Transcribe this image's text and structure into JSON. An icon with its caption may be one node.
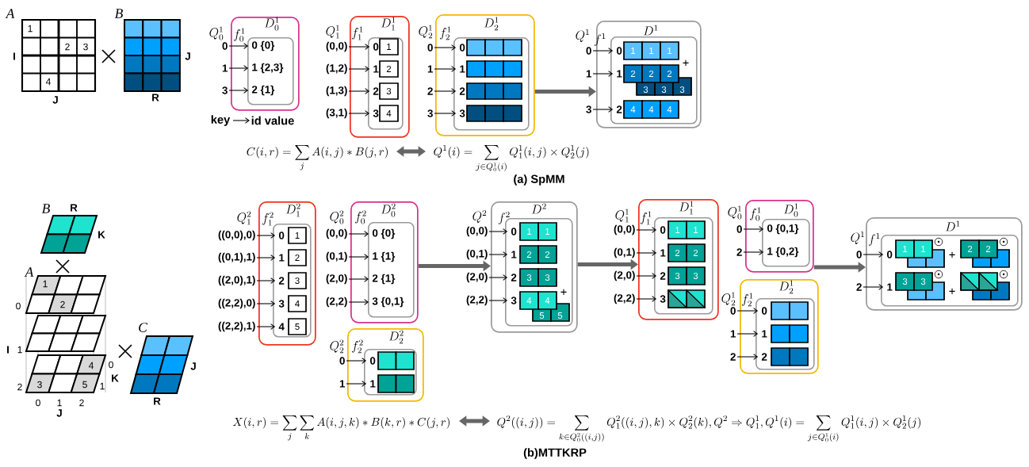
{
  "diagram": {
    "nodes": [
      {
        "text": [
          "f^{1}_{0}",
          "D^{1}_{0}"
        ]
      },
      {
        "text": [],
        "shape": "box",
        "in": 0
      },
      {
        "text": [
          "0 {0}"
        ],
        "in": 1
      },
      {
        "text": [
          "1 {2,3}"
        ],
        "in": 1
      },
      {
        "text": [
          "2 {1}"
        ],
        "in": 1
      },
      {
        "text": [
          "0"
        ]
      },
      {
        "text": [
          "1"
        ]
      },
      {
        "text": [
          "3"
        ]
      },
      {
        "text": [
          "f^{1}_{1}",
          "D^{1}_{1}"
        ]
      },
      {
        "text": [],
        "shape": "box",
        "in": 8
      },
      {
        "text": [
          "0",
          "1"
        ],
        "in": 9
      },
      {
        "text": [
          "1",
          "2"
        ],
        "in": 9
      },
      {
        "text": [
          "2",
          "3"
        ],
        "in": 9
      },
      {
        "text": [
          "3",
          "4"
        ],
        "in": 9
      },
      {
        "text": [
          "(0,0)"
        ]
      },
      {
        "text": [
          "(1,2)"
        ]
      },
      {
        "text": [
          "(1,3)"
        ]
      },
      {
        "text": [
          "(3,1)"
        ]
      },
      {
        "text": [
          "f^{1}_{2}",
          "D^{1}_{2}"
        ]
      },
      {
        "text": [],
        "shape": "box",
        "in": 18
      },
      {
        "text": [
          "0"
        ],
        "in": 19
      },
      {
        "text": [
          "1"
        ],
        "in": 19
      },
      {
        "text": [
          "2"
        ],
        "in": 19
      },
      {
        "text": [
          "3"
        ],
        "in": 19
      },
      {
        "text": [
          "0"
        ]
      },
      {
        "text": [
          "1"
        ]
      },
      {
        "text": [
          "2"
        ]
      },
      {
        "text": [
          "3"
        ]
      },
      {
        "text": [
          "f^{1}",
          "D^{1}"
        ]
      },
      {
        "text": [],
        "shape": "box",
        "in": 28
      },
      {
        "text": [
          "0",
          "1",
          "1",
          "1"
        ],
        "in": 29
      },
      {
        "text": [
          "1",
          "2",
          "2",
          "2",
          "+",
          "3",
          "3",
          "3"
        ],
        "in": 29
      },
      {
        "text": [
          "2",
          "4",
          "4",
          "4"
        ],
        "in": 29
      },
      {
        "text": [
          "0"
        ]
      },
      {
        "text": [
          "1"
        ]
      },
      {
        "text": [
          "3"
        ]
      },
      {
        "text": [
          "C(i, r) = \\sum_{j} A(i, j) * B(j, r)"
        ]
      },
      {
        "text": [
          "Q^{1}(i) = \\sum_{j \\in Q^{1}_{0}(i)} Q^{1}_{1}(i, j) \\times Q^{1}_{2}(j)"
        ]
      },
      {
        "text": [
          "f^{2}_{1}",
          "D^{2}_{1}"
        ]
      },
      {
        "text": [],
        "shape": "box",
        "in": 38
      },
      {
        "text": [
          "0",
          "1"
        ],
        "in": 39
      },
      {
        "text": [
          "1",
          "2"
        ],
        "in": 39
      },
      {
        "text": [
          "2",
          "3"
        ],
        "in": 39
      },
      {
        "text": [
          "3",
          "4"
        ],
        "in": 39
      },
      {
        "text": [
          "4",
          "5"
        ],
        "in": 39
      },
      {
        "text": [
          "((0,0),0)"
        ]
      },
      {
        "text": [
          "((0,1),1)"
        ]
      },
      {
        "text": [
          "((2,0),1)"
        ]
      },
      {
        "text": [
          "((2,2),0)"
        ]
      },
      {
        "text": [
          "((2,2),1)"
        ]
      },
      {
        "text": [
          "f^{2}_{0}",
          "D^{2}_{0}"
        ]
      },
      {
        "text": [],
        "shape": "box",
        "in": 50
      },
      {
        "text": [
          "0 {0}"
        ],
        "in": 51
      },
      {
        "text": [
          "1 {1}"
        ],
        "in": 51
      },
      {
        "text": [
          "2 {1}"
        ],
        "in": 51
      },
      {
        "text": [
          "3 {0,1}"
        ],
        "in": 51
      },
      {
        "text": [
          "(0,0)"
        ]
      },
      {
        "text": [
          "(0,1)"
        ]
      },
      {
        "text": [
          "(2,0)"
        ]
      },
      {
        "text": [
          "(2,2)"
        ]
      },
      {
        "text": [
          "f^{2}_{2}",
          "D^{2}_{2}"
        ]
      },
      {
        "text": [],
        "shape": "box",
        "in": 60
      },
      {
        "text": [
          "0"
        ],
        "in": 61
      },
      {
        "text": [
          "1"
        ],
        "in": 61
      },
      {
        "text": [
          "0"
        ]
      },
      {
        "text": [
          "1"
        ]
      },
      {
        "text": [
          "f^{2}",
          "D^{2}"
        ]
      },
      {
        "text": [],
        "shape": "box",
        "in": 66
      },
      {
        "text": [
          "0",
          "1",
          "1"
        ],
        "in": 67
      },
      {
        "text": [
          "1",
          "2",
          "2"
        ],
        "in": 67
      },
      {
        "text": [
          "2",
          "3",
          "3"
        ],
        "in": 67
      },
      {
        "text": [
          "3",
          "4",
          "4",
          "+",
          "5",
          "5"
        ],
        "in": 67
      },
      {
        "text": [
          "(0,0)"
        ]
      },
      {
        "text": [
          "(0,1)"
        ]
      },
      {
        "text": [
          "(2,0)"
        ]
      },
      {
        "text": [
          "(2,2)"
        ]
      },
      {
        "text": [
          "f^{1}_{1}",
          "D^{1}_{1}"
        ]
      },
      {
        "text": [],
        "shape": "box",
        "in": 76
      },
      {
        "text": [
          "0",
          "1",
          "1"
        ],
        "in": 77
      },
      {
        "text": [
          "1",
          "2",
          "2"
        ],
        "in": 77
      },
      {
        "text": [
          "2",
          "3",
          "3"
        ],
        "in": 77
      },
      {
        "text": [
          "3"
        ],
        "in": 77
      },
      {
        "text": [
          "(0,0)"
        ]
      },
      {
        "text": [
          "(0,1)"
        ]
      },
      {
        "text": [
          "(2,0)"
        ]
      },
      {
        "text": [
          "(2,2)"
        ]
      },
      {
        "text": [
          "f^{1}_{0}",
          "D^{1}_{0}"
        ]
      },
      {
        "text": [],
        "shape": "box",
        "in": 86
      },
      {
        "text": [
          "0 {0,1}"
        ],
        "in": 87
      },
      {
        "text": [
          "1 {0,2}"
        ],
        "in": 87
      },
      {
        "text": [
          "0"
        ]
      },
      {
        "text": [
          "2"
        ]
      },
      {
        "text": [
          "f^{1}_{2}",
          "D^{1}_{2}"
        ]
      },
      {
        "text": [],
        "shape": "box",
        "in": 92
      },
      {
        "text": [
          "0"
        ],
        "in": 93
      },
      {
        "text": [
          "1"
        ],
        "in": 93
      },
      {
        "text": [
          "2"
        ],
        "in": 93
      },
      {
        "text": [
          "0"
        ]
      },
      {
        "text": [
          "1"
        ]
      },
      {
        "text": [
          "2"
        ]
      },
      {
        "text": [
          "f^{1}",
          "D^{1}"
        ]
      },
      {
        "text": [],
        "shape": "box",
        "in": 100
      },
      {
        "text": [
          "0",
          "1",
          "1",
          "+",
          "2",
          "2"
        ],
        "in": 101
      },
      {
        "text": [
          "1",
          "3",
          "3",
          "+"
        ],
        "in": 101
      },
      {
        "text": [
          "0"
        ]
      },
      {
        "text": [
          "2"
        ]
      },
      {
        "text": [
          "X(i, r) = \\sum_{j} \\sum_{k} A(i, j, k) * B(k, r) * C(j, r)"
        ]
      },
      {
        "text": [
          "Q^{2}((i, j)) = \\sum_{k \\in Q^{2}_{0}((i, j))} Q^{2}_{1}((i, j), k) \\times Q^{2}_{2}(k), Q^{2} \\Rightarrow Q^{1}_{1}, Q^{1}(i) = \\sum_{j \\in Q^{1}_{0}(i)} Q^{1}_{1}(i, j) \\times Q^{1}_{2}(j)"
        ]
      }
    ],
    "edges": [
      {
        "from": 5,
        "to": 2,
        "arrow": "to"
      },
      {
        "from": 6,
        "to": 3,
        "arrow": "to"
      },
      {
        "from": 7,
        "to": 4,
        "arrow": "to"
      },
      {
        "from": 14,
        "to": 10,
        "arrow": "to"
      },
      {
        "from": 15,
        "to": 11,
        "arrow": "to"
      },
      {
        "from": 16,
        "to": 12,
        "arrow": "to"
      },
      {
        "from": 17,
        "to": 13,
        "arrow": "to"
      },
      {
        "from": 24,
        "to": 20,
        "arrow": "to"
      },
      {
        "from": 25,
        "to": 21,
        "arrow": "to"
      },
      {
        "from": 26,
        "to": 22,
        "arrow": "to"
      },
      {
        "from": 27,
        "to": 23,
        "arrow": "to"
      },
      {
        "from": 33,
        "to": 30,
        "arrow": "to"
      },
      {
        "from": 34,
        "to": 31,
        "arrow": "to"
      },
      {
        "from": 35,
        "to": 32,
        "arrow": "to"
      },
      {
        "from": 18,
        "to": 28,
        "arrow": "to",
        "style": "thick",
        "color": "#666666"
      },
      {
        "from": 36,
        "to": 37,
        "arrow": "both",
        "style": "thick",
        "color": "#666666"
      },
      {
        "from": 45,
        "to": 40,
        "arrow": "to"
      },
      {
        "from": 46,
        "to": 41,
        "arrow": "to"
      },
      {
        "from": 47,
        "to": 42,
        "arrow": "to"
      },
      {
        "from": 48,
        "to": 43,
        "arrow": "to"
      },
      {
        "from": 49,
        "to": 44,
        "arrow": "to"
      },
      {
        "from": 56,
        "to": 52,
        "arrow": "to"
      },
      {
        "from": 57,
        "to": 53,
        "arrow": "to"
      },
      {
        "from": 58,
        "to": 54,
        "arrow": "to"
      },
      {
        "from": 59,
        "to": 55,
        "arrow": "to"
      },
      {
        "from": 64,
        "to": 62,
        "arrow": "to"
      },
      {
        "from": 65,
        "to": 63,
        "arrow": "to"
      },
      {
        "from": 72,
        "to": 68,
        "arrow": "to"
      },
      {
        "from": 73,
        "to": 69,
        "arrow": "to"
      },
      {
        "from": 74,
        "to": 70,
        "arrow": "to"
      },
      {
        "from": 75,
        "to": 71,
        "arrow": "to"
      },
      {
        "from": 82,
        "to": 78,
        "arrow": "to"
      },
      {
        "from": 83,
        "to": 79,
        "arrow": "to"
      },
      {
        "from": 84,
        "to": 80,
        "arrow": "to"
      },
      {
        "from": 85,
        "to": 81,
        "arrow": "to"
      },
      {
        "from": 90,
        "to": 88,
        "arrow": "to"
      },
      {
        "from": 91,
        "to": 89,
        "arrow": "to"
      },
      {
        "from": 97,
        "to": 94,
        "arrow": "to"
      },
      {
        "from": 98,
        "to": 95,
        "arrow": "to"
      },
      {
        "from": 99,
        "to": 96,
        "arrow": "to"
      },
      {
        "from": 104,
        "to": 102,
        "arrow": "to"
      },
      {
        "from": 105,
        "to": 103,
        "arrow": "to"
      },
      {
        "from": 50,
        "to": 66,
        "arrow": "to",
        "style": "thick",
        "color": "#666666"
      },
      {
        "from": 66,
        "to": 76,
        "arrow": "to",
        "style": "thick",
        "color": "#666666"
      },
      {
        "from": 86,
        "to": 100,
        "arrow": "to",
        "style": "thick",
        "color": "#666666"
      },
      {
        "from": 106,
        "to": 107,
        "arrow": "both",
        "style": "thick",
        "color": "#666666"
      }
    ],
    "labels": [
      "A",
      "1",
      "2",
      "3",
      "I",
      "4",
      "J",
      "B",
      "J",
      "R",
      "key",
      "id value",
      "(a) SpMM",
      "B",
      "R",
      "K",
      "A",
      "1",
      "0",
      "2",
      "I",
      "1",
      "4",
      "0",
      "K",
      "2",
      "3",
      "5",
      "1",
      "0",
      "1",
      "2",
      "J",
      "C",
      "J",
      "R",
      "(b)MTTKRP",
      "Q^{1}_{0}",
      "Q^{1}_{1}",
      "Q^{1}_{2}",
      "Q^{1}",
      "Q^{2}_{1}",
      "Q^{2}_{0}",
      "Q^{2}_{2}",
      "Q^{2}",
      "Q^{1}_{1}",
      "Q^{1}_{0}",
      "Q^{1}_{2}",
      "Q^{1}"
    ]
  }
}
